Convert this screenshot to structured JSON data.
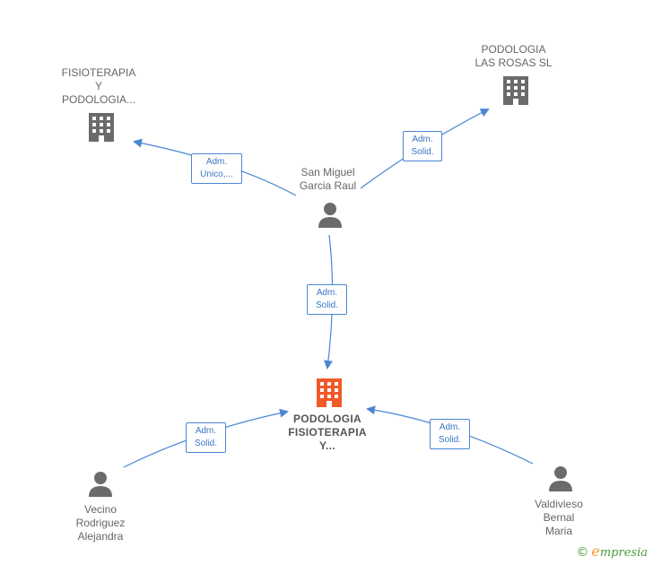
{
  "nodes": {
    "fisio": {
      "label": "FISIOTERAPIA\nY\nPODOLOGIA...",
      "icon": "building-icon"
    },
    "rosas": {
      "label": "PODOLOGIA\nLAS ROSAS  SL",
      "icon": "building-icon"
    },
    "san_miguel": {
      "label": "San Miguel\nGarcia Raul",
      "icon": "person-icon"
    },
    "main": {
      "label": "PODOLOGIA\nFISIOTERAPIA\nY...",
      "icon": "building-icon"
    },
    "vecino": {
      "label": "Vecino\nRodriguez\nAlejandra",
      "icon": "person-icon"
    },
    "valdivieso": {
      "label": "Valdivieso\nBernal\nMaria",
      "icon": "person-icon"
    }
  },
  "edges": {
    "san_miguel_fisio": "Adm.\nUnico,...",
    "san_miguel_rosas": "Adm.\nSolid.",
    "san_miguel_main": "Adm.\nSolid.",
    "vecino_main": "Adm.\nSolid.",
    "valdivieso_main": "Adm.\nSolid."
  },
  "colors": {
    "edge": "#4a86d4",
    "node_icon": "#6b6b6b",
    "main_icon": "#f05a28"
  },
  "brand": {
    "copyright": "©",
    "initial": "e",
    "rest": "mpresia"
  }
}
